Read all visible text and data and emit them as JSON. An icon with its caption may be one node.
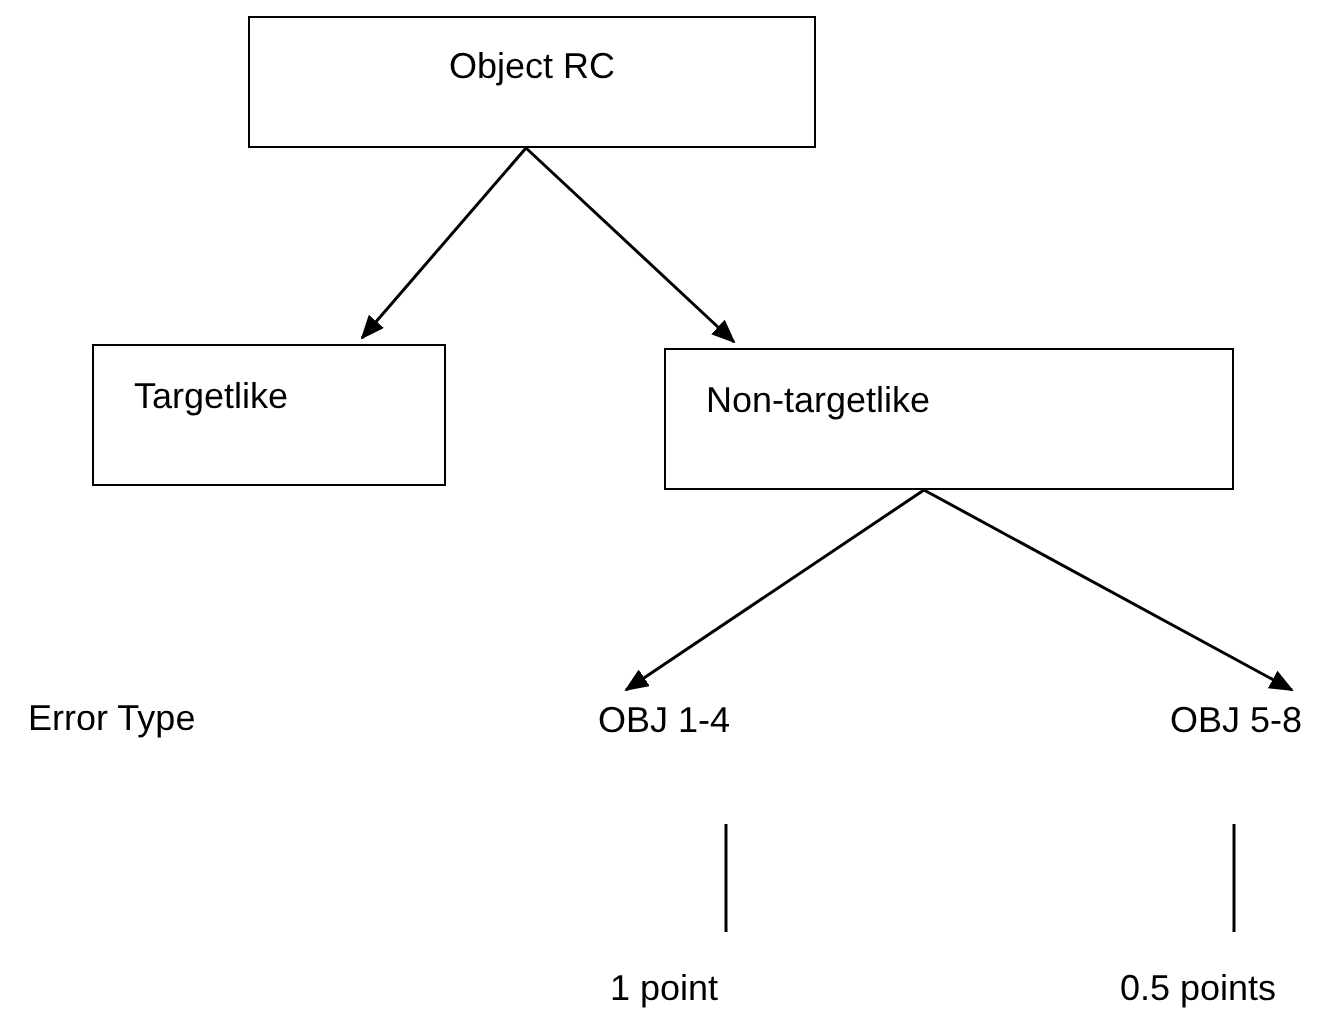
{
  "diagram": {
    "nodes": [
      {
        "text": [
          "Object RC"
        ]
      },
      {
        "text": [
          "Targetlike"
        ]
      },
      {
        "text": [
          "Non-targetlike"
        ]
      },
      {
        "text": [
          "OBJ 1-4"
        ]
      },
      {
        "text": [
          "OBJ 5-8"
        ]
      },
      {
        "text": [
          "1 point"
        ]
      },
      {
        "text": [
          "0.5 points"
        ]
      }
    ],
    "edges": [
      {
        "from": 0,
        "to": 1,
        "arrow": "to"
      },
      {
        "from": 0,
        "to": 2,
        "arrow": "to"
      },
      {
        "from": 2,
        "to": 3,
        "arrow": "to"
      },
      {
        "from": 2,
        "to": 4,
        "arrow": "to"
      },
      {
        "from": 3,
        "to": 5,
        "arrow": "none"
      },
      {
        "from": 4,
        "to": 6,
        "arrow": "none"
      }
    ],
    "labels": [
      "Error Type"
    ]
  }
}
